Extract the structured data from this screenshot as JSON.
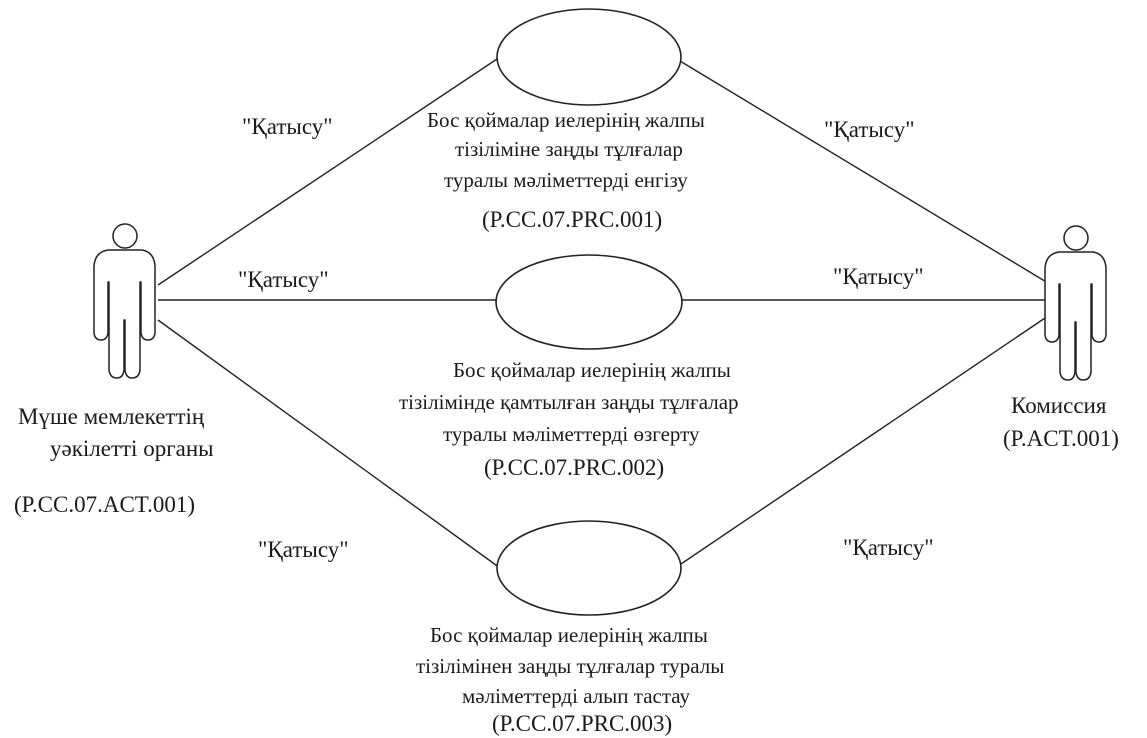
{
  "relation_labels": {
    "uc1_left": "\"Қатысу\"",
    "uc1_right": "\"Қатысу\"",
    "uc2_left": "\"Қатысу\"",
    "uc2_right": "\"Қатысу\"",
    "uc3_left": "\"Қатысу\"",
    "uc3_right": "\"Қатысу\""
  },
  "use_cases": [
    {
      "lines": [
        "Бос қоймалар иелерінің жалпы",
        "тізіліміне заңды тұлғалар",
        "туралы мәліметтерді енгізу"
      ],
      "code": "(P.CC.07.PRC.001)"
    },
    {
      "lines": [
        "Бос қоймалар иелерінің жалпы",
        "тізілімінде қамтылған заңды тұлғалар",
        "туралы мәліметтерді өзгерту"
      ],
      "code": "(P.CC.07.PRC.002)"
    },
    {
      "lines": [
        "Бос қоймалар иелерінің жалпы",
        "тізілімінен заңды тұлғалар туралы",
        "мәліметтерді алып тастау"
      ],
      "code": "(P.CC.07.PRC.003)"
    }
  ],
  "actors": {
    "left": {
      "lines": [
        "Мүше мемлекеттің",
        "уәкілетті органы"
      ],
      "code": "(P.CC.07.ACT.001)"
    },
    "right": {
      "lines": [
        "Комиссия"
      ],
      "code": "(P.ACT.001)"
    }
  }
}
